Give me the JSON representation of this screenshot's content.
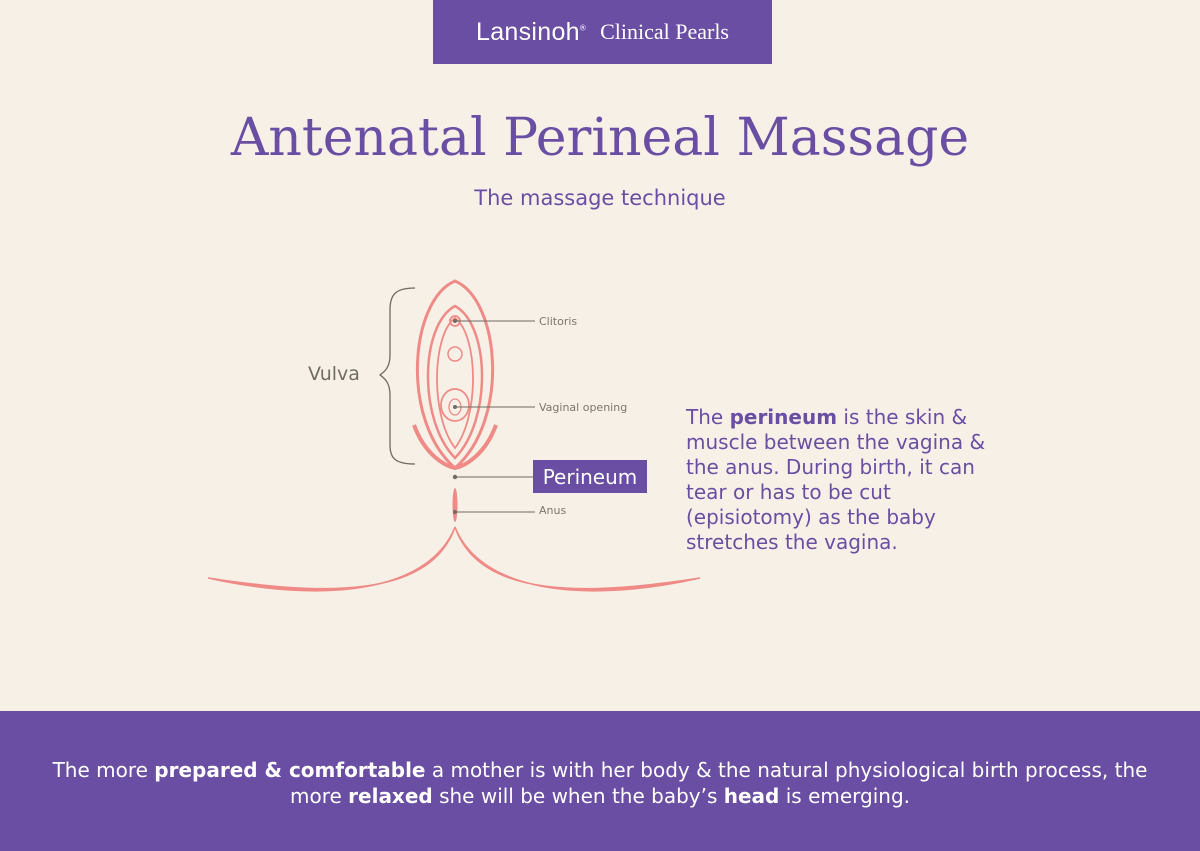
{
  "header": {
    "logo": "Lansinoh",
    "logo_mark": "®",
    "subtitle": "Clinical Pearls"
  },
  "title": "Antenatal Perineal Massage",
  "subtitle": "The massage technique",
  "diagram": {
    "vulva_label": "Vulva",
    "clitoris_label": "Clitoris",
    "vaginal_opening_label": "Vaginal opening",
    "perineum_label": "Perineum",
    "anus_label": "Anus"
  },
  "description": {
    "p1": "The ",
    "bold1": "perineum",
    "p2": " is the skin & muscle between the vagina & the anus. During birth, it can tear or has to be cut (episiotomy) as the baby stretches the vagina."
  },
  "footer": {
    "t1": "The more ",
    "b1": "prepared & comfortable",
    "t2": " a mother is with her body & the natural physiological birth process, the more ",
    "b2": "relaxed",
    "t3": " she will be when the baby’s ",
    "b3": "head",
    "t4": " is emerging."
  },
  "colors": {
    "purple": "#6a4ea3",
    "background": "#f7f0e7",
    "pink": "#ef8a86"
  }
}
